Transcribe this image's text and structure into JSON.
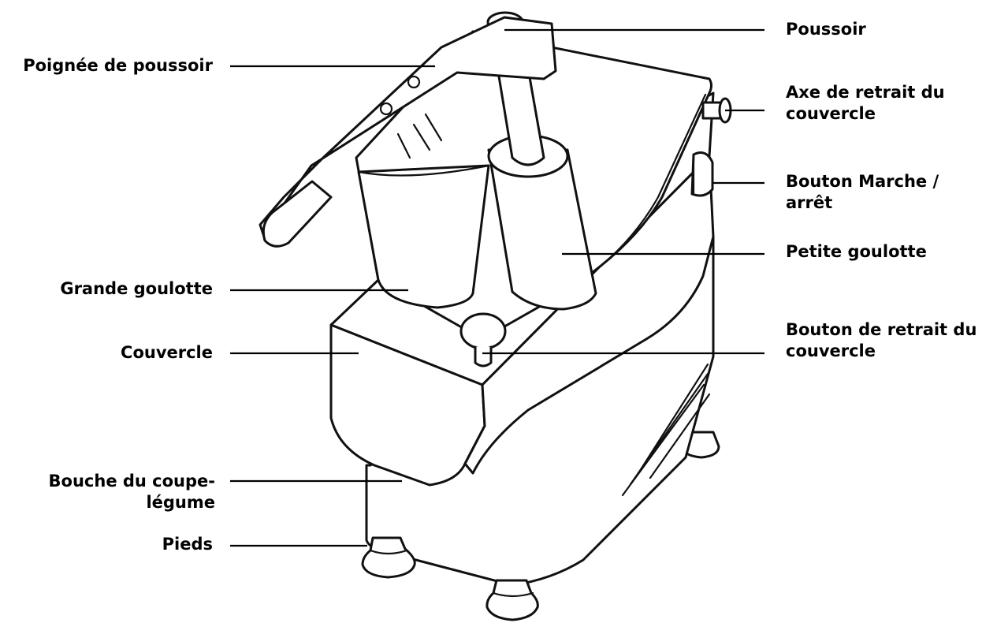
{
  "diagram": {
    "labels": {
      "poussoir": "Poussoir",
      "poignee_poussoir": "Poignée de poussoir",
      "axe_retrait_1": "Axe de retrait du",
      "axe_retrait_2": "couvercle",
      "bouton_marche_1": "Bouton Marche /",
      "bouton_marche_2": "arrêt",
      "petite_goulotte": "Petite goulotte",
      "grande_goulotte": "Grande goulotte",
      "bouton_retrait_1": "Bouton de retrait du",
      "bouton_retrait_2": "couvercle",
      "couvercle": "Couvercle",
      "bouche_1": "Bouche du coupe-",
      "bouche_2": "légume",
      "pieds": "Pieds"
    }
  }
}
